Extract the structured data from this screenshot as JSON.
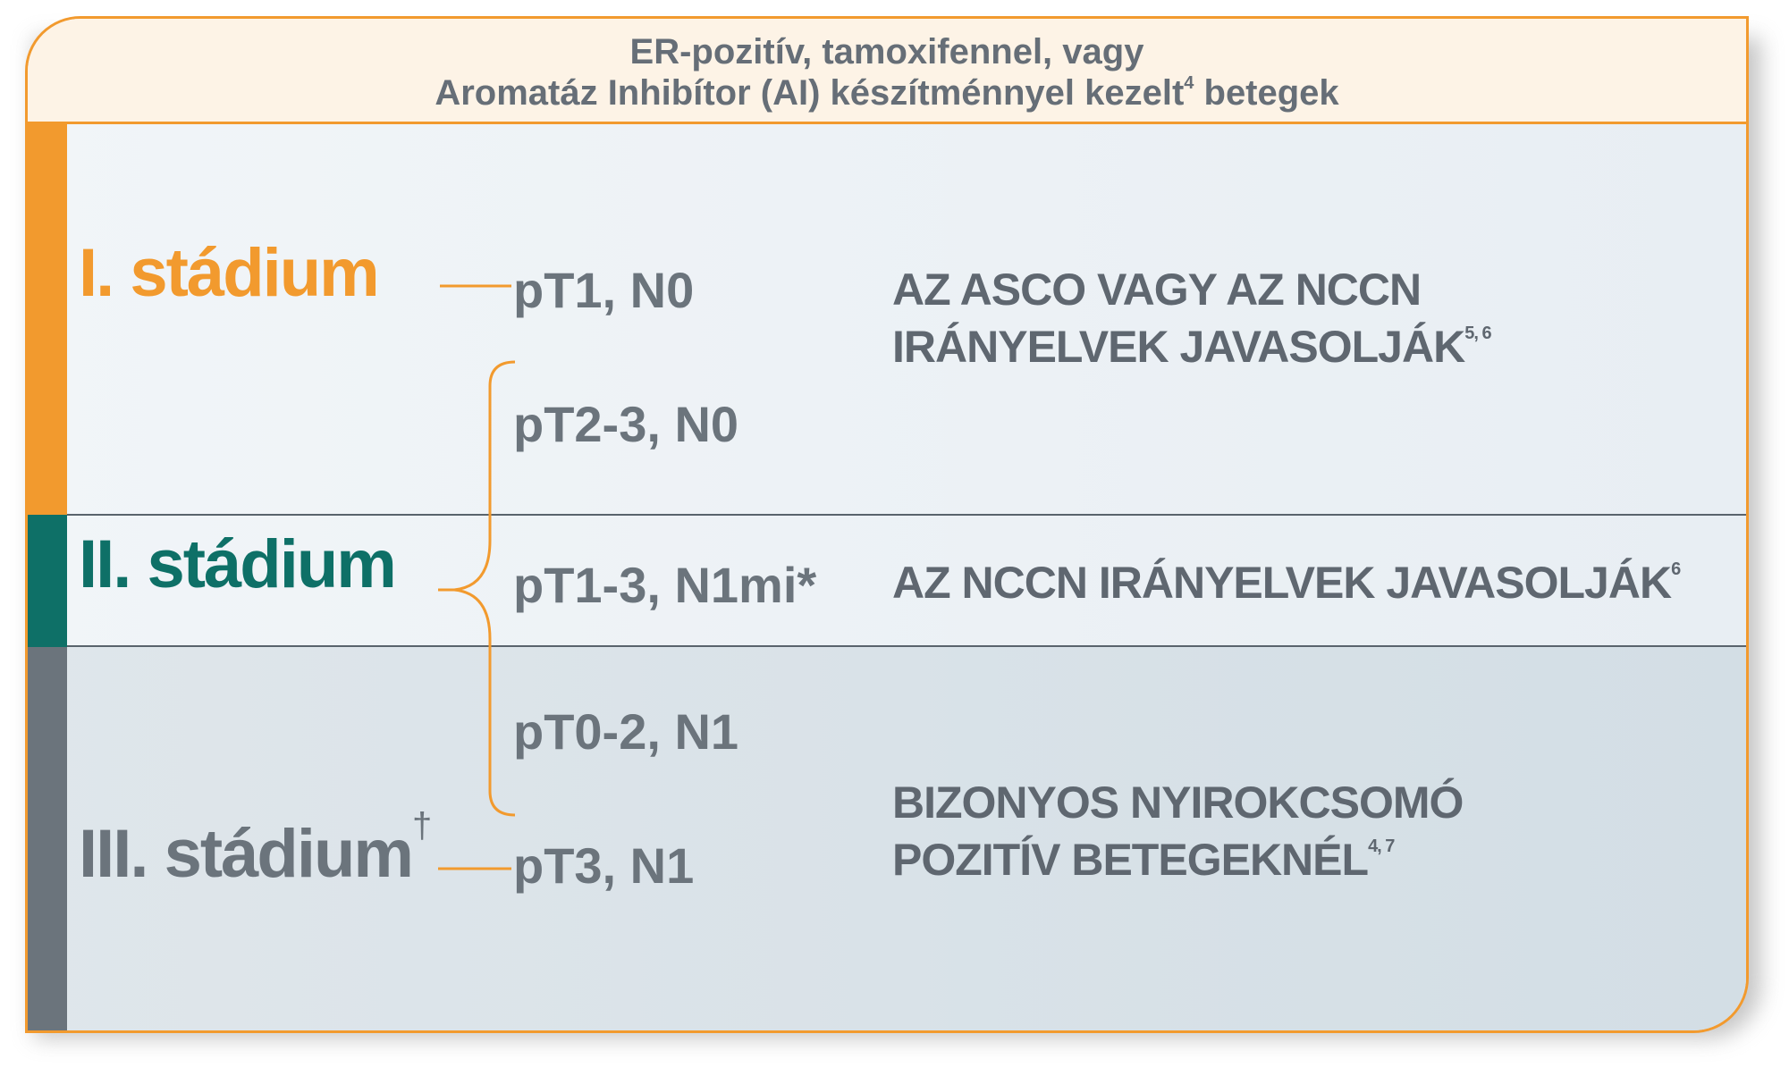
{
  "header": {
    "line1": "ER-pozitív, tamoxifennel, vagy",
    "line2": "Aromatáz Inhibítor (AI) készítménnyel kezelt",
    "line2_sup": "4",
    "line2_end": " betegek"
  },
  "stages": {
    "stage1": "I. stádium",
    "stage2": "II. stádium",
    "stage3": "III. stádium",
    "stage3_mark": "†"
  },
  "tnm": {
    "row1": "pT1, N0",
    "row2": "pT2-3, N0",
    "row3": "pT1-3, N1mi*",
    "row4": "pT0-2, N1",
    "row5": "pT3, N1"
  },
  "recommendations": {
    "rec1_line1": "AZ ASCO VAGY AZ NCCN",
    "rec1_line2": "IRÁNYELVEK JAVASOLJÁK",
    "rec1_sup": "5, 6",
    "rec2": "AZ NCCN IRÁNYELVEK JAVASOLJÁK",
    "rec2_sup": "6",
    "rec3_line1": "BIZONYOS NYIROKCSOMÓ",
    "rec3_line2": "POZITÍV BETEGEKNÉL",
    "rec3_sup": "4, 7"
  },
  "colors": {
    "orange": "#f29a2e",
    "teal": "#0e7067",
    "gray": "#6b747c",
    "text": "#5f6770"
  }
}
